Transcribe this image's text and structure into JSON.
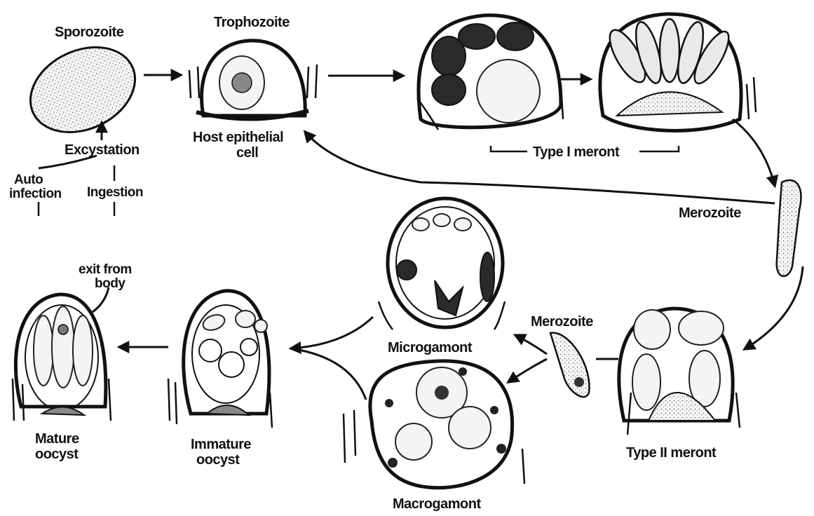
{
  "labels": {
    "sporozoite": "Sporozoite",
    "trophozoite": "Trophozoite",
    "host_line1": "Host epithelial",
    "host_line2": "cell",
    "excystation": "Excystation",
    "auto_line1": "Auto",
    "auto_line2": "infection",
    "ingestion": "Ingestion",
    "type1": "Type I meront",
    "merozoite_top": "Merozoite",
    "merozoite_mid": "Merozoite",
    "type2": "Type II meront",
    "microgamont": "Microgamont",
    "macrogamont": "Macrogamont",
    "exit_line1": "exit from",
    "exit_line2": "body",
    "mature_line1": "Mature",
    "mature_line2": "oocyst",
    "immature_line1": "Immature",
    "immature_line2": "oocyst"
  }
}
